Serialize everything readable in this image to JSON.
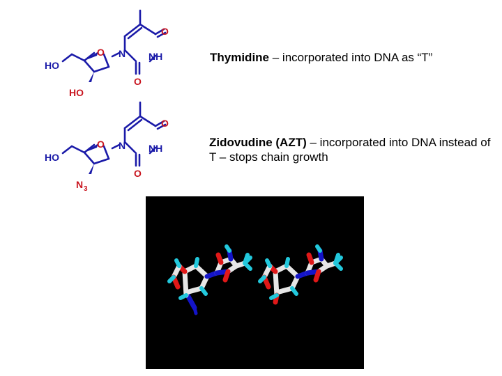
{
  "colors": {
    "bond": "#1a1aa8",
    "oxygen": "#c8141e",
    "nitrogen": "#1a1aa8",
    "model_background": "#000000",
    "carbon_model": "#e6e6e6",
    "hydrogen_model": "#22c8dc",
    "oxygen_model": "#e01818",
    "nitrogen_model": "#1414c8"
  },
  "thymidine": {
    "name": "Thymidine",
    "description": " – incorporated into DNA as “T”",
    "labels": {
      "ho_left": "HO",
      "ho_bottom": "HO",
      "ring_o": "O",
      "n1": "N",
      "nh": "NH",
      "o_top": "O",
      "o_bottom": "O"
    }
  },
  "azt": {
    "name": "Zidovudine (AZT)",
    "description": " – incorporated into DNA instead of T – stops chain growth",
    "labels": {
      "ho_left": "HO",
      "azide": "N",
      "azide_sub": "3",
      "ring_o": "O",
      "n1": "N",
      "nh": "NH",
      "o_top": "O",
      "o_bottom": "O"
    }
  },
  "model_image": {
    "molecules": [
      "azt-model",
      "thymidine-model"
    ]
  }
}
